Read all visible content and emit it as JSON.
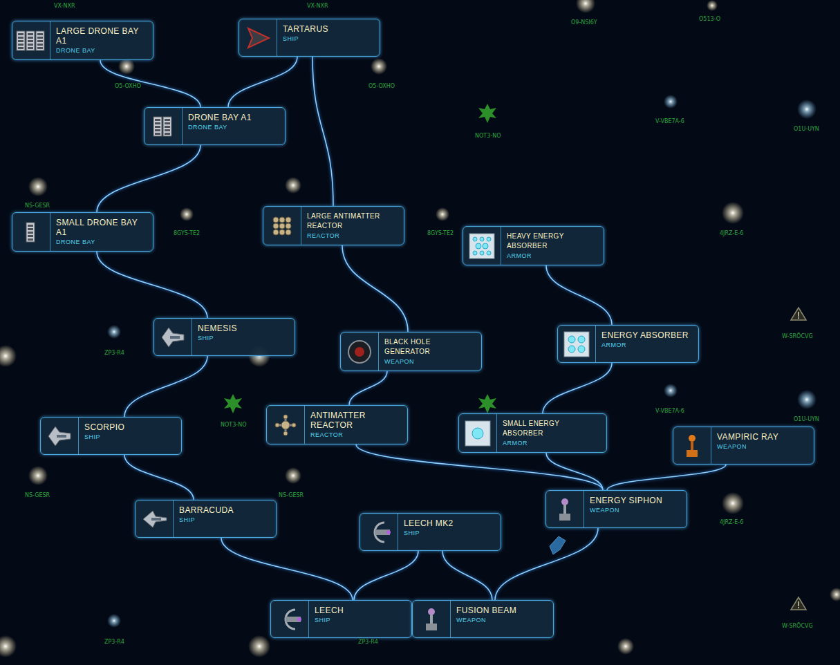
{
  "diagram": {
    "nodes": [
      {
        "text": [
          "LARGE DRONE BAY A1",
          "DRONE BAY"
        ]
      },
      {
        "text": [
          "TARTARUS",
          "SHIP"
        ]
      },
      {
        "text": [
          "DRONE BAY A1",
          "DRONE BAY"
        ]
      },
      {
        "text": [
          "SMALL DRONE BAY A1",
          "DRONE BAY"
        ]
      },
      {
        "text": [
          "LARGE ANTIMATTER REACTOR",
          "REACTOR"
        ]
      },
      {
        "text": [
          "HEAVY ENERGY ABSORBER",
          "ARMOR"
        ]
      },
      {
        "text": [
          "NEMESIS",
          "SHIP"
        ]
      },
      {
        "text": [
          "BLACK HOLE GENERATOR",
          "WEAPON"
        ]
      },
      {
        "text": [
          "ENERGY ABSORBER",
          "ARMOR"
        ]
      },
      {
        "text": [
          "SCORPIO",
          "SHIP"
        ]
      },
      {
        "text": [
          "ANTIMATTER REACTOR",
          "REACTOR"
        ]
      },
      {
        "text": [
          "SMALL ENERGY ABSORBER",
          "ARMOR"
        ]
      },
      {
        "text": [
          "VAMPIRIC RAY",
          "WEAPON"
        ]
      },
      {
        "text": [
          "ENERGY SIPHON",
          "WEAPON"
        ]
      },
      {
        "text": [
          "BARRACUDA",
          "SHIP"
        ]
      },
      {
        "text": [
          "LEECH MK2",
          "SHIP"
        ]
      },
      {
        "text": [
          "LEECH",
          "SHIP"
        ]
      },
      {
        "text": [
          "FUSION BEAM",
          "WEAPON"
        ]
      }
    ],
    "edges": [
      {
        "from": 0,
        "to": 2,
        "arrow": "none"
      },
      {
        "from": 1,
        "to": 2,
        "arrow": "none"
      },
      {
        "from": 1,
        "to": 4,
        "arrow": "none"
      },
      {
        "from": 2,
        "to": 3,
        "arrow": "none"
      },
      {
        "from": 3,
        "to": 6,
        "arrow": "none"
      },
      {
        "from": 4,
        "to": 7,
        "arrow": "none"
      },
      {
        "from": 5,
        "to": 8,
        "arrow": "none"
      },
      {
        "from": 6,
        "to": 9,
        "arrow": "none"
      },
      {
        "from": 7,
        "to": 10,
        "arrow": "none"
      },
      {
        "from": 8,
        "to": 11,
        "arrow": "none"
      },
      {
        "from": 9,
        "to": 14,
        "arrow": "none"
      },
      {
        "from": 10,
        "to": 13,
        "arrow": "none"
      },
      {
        "from": 11,
        "to": 13,
        "arrow": "none"
      },
      {
        "from": 12,
        "to": 13,
        "arrow": "none"
      },
      {
        "from": 14,
        "to": 16,
        "arrow": "none"
      },
      {
        "from": 15,
        "to": 16,
        "arrow": "none"
      },
      {
        "from": 15,
        "to": 17,
        "arrow": "none"
      },
      {
        "from": 13,
        "to": 17,
        "arrow": "none"
      }
    ],
    "labels": [
      "VX-NXR",
      "VX-NXR",
      "O5-OXHO",
      "O5-OXHO",
      "O9-NSI6Y",
      "O513-O",
      "NOT3-NO",
      "V-VBE7A-6",
      "O1U-UYN",
      "NS-GESR",
      "8GYS-TE2",
      "8GYS-TE2",
      "4JRZ-E-6",
      "W-SRÖCVG",
      "ZP3-R4",
      "NOT3-NO",
      "V-VBE7A-6",
      "O1U-UYN",
      "NS-GESR",
      "NS-GESR",
      "4JRZ-E-6",
      "W-SRÖCVG",
      "ZP3-R4",
      "ZP3-R4"
    ]
  }
}
